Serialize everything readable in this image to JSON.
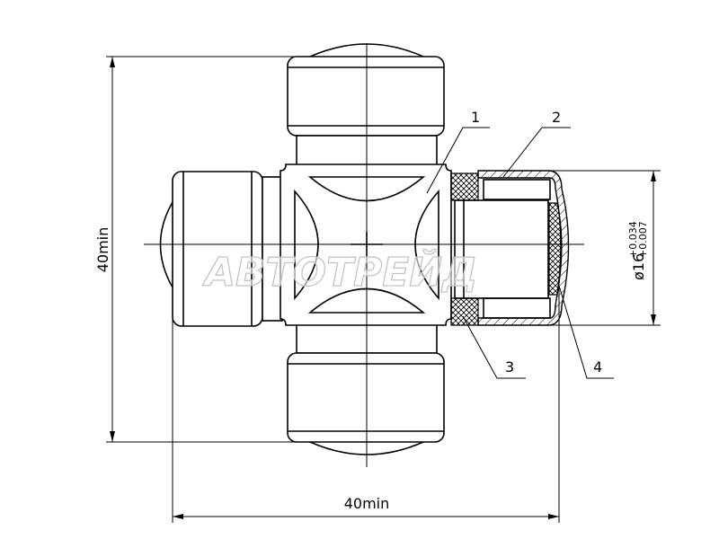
{
  "drawing": {
    "watermark": "АВТОТРЕЙД",
    "dimension_height": "40min",
    "dimension_width": "40min",
    "bore_diameter": "ø16",
    "tolerance_upper": "+0.034",
    "tolerance_lower": "+0.007",
    "callouts": [
      "1",
      "2",
      "3",
      "4"
    ]
  }
}
